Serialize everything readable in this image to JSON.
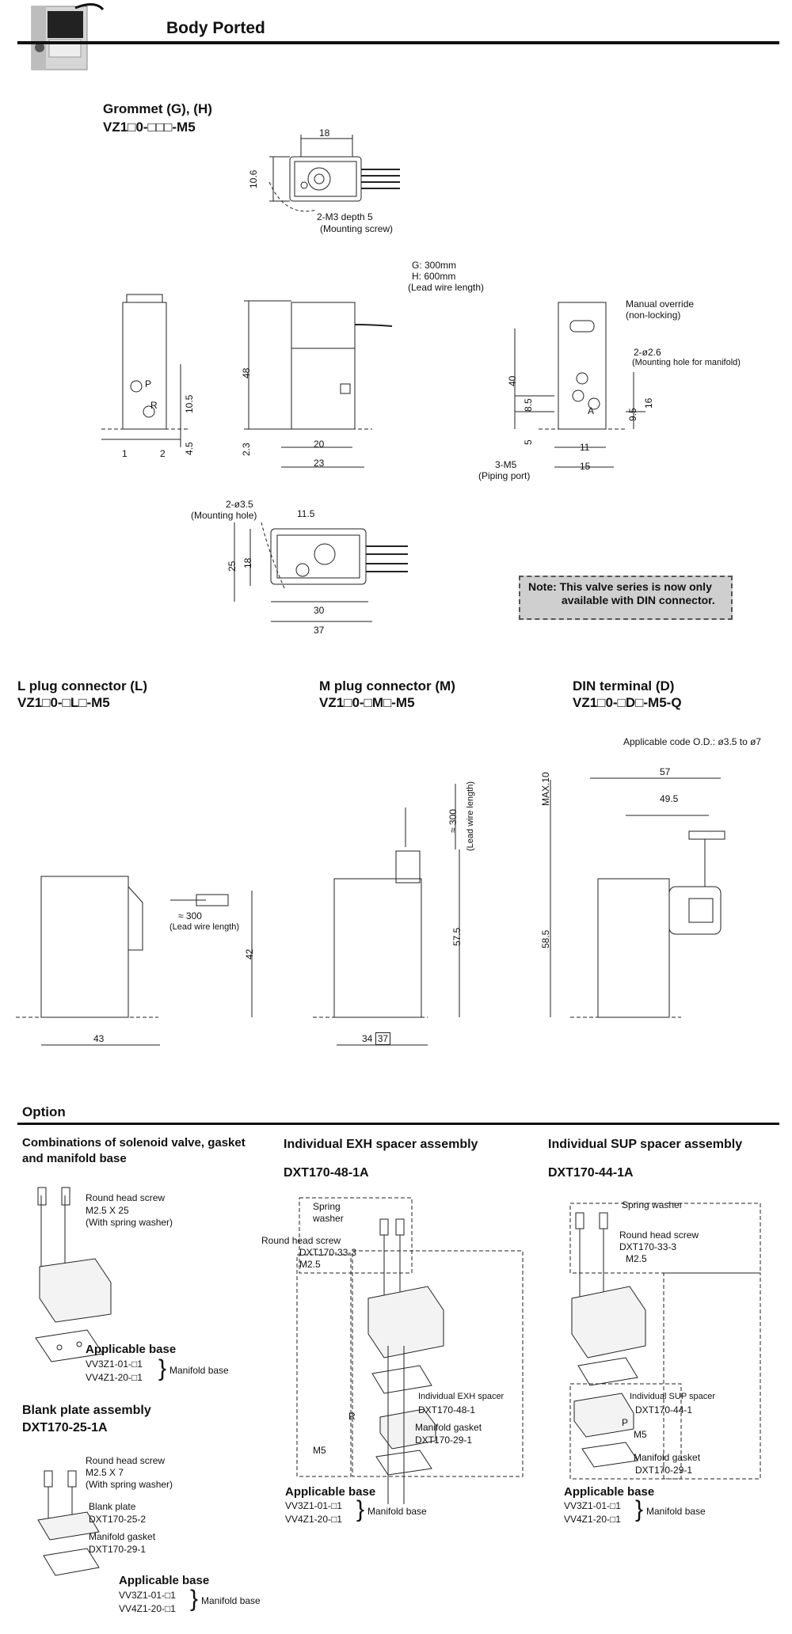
{
  "header": {
    "title": "Body Ported"
  },
  "grommet": {
    "title": "Grommet (G), (H)",
    "model": "VZ1□0-□□□-M5",
    "top_view": {
      "width": "18",
      "height": "10.6",
      "screw": "2-M3 depth 5",
      "screw_note": "(Mounting screw)"
    }
  },
  "lead": {
    "g": "G: 300mm",
    "h": "H: 600mm",
    "note": "(Lead wire length)"
  },
  "left_view": {
    "d1": "10.5",
    "d2": "4.5",
    "d3": "1",
    "d4": "2",
    "p": "P",
    "r": "R"
  },
  "front_view": {
    "height": "48",
    "base": "2.3",
    "w1": "20",
    "w2": "23"
  },
  "right_view": {
    "override": "Manual override",
    "override_note": "(non-locking)",
    "hole": "2-ø2.6",
    "hole_note": "(Mounting hole for manifold)",
    "d40": "40",
    "d85": "8.5",
    "d5": "5",
    "d95": "9.5",
    "d16": "16",
    "d11": "11",
    "d15": "15",
    "a": "A",
    "port": "3-M5",
    "port_note": "(Piping port)"
  },
  "bottom_view": {
    "hole": "2-ø3.5",
    "hole_note": "(Mounting hole)",
    "d115": "11.5",
    "d25": "25",
    "d18": "18",
    "d30": "30",
    "d37": "37"
  },
  "note": {
    "line1": "Note: This valve series is now only",
    "line2": "available with DIN connector."
  },
  "l_plug": {
    "title": "L plug connector (L)",
    "model": "VZ1□0-□L□-M5",
    "lead": "≈ 300",
    "lead_note": "(Lead wire length)",
    "height": "42",
    "width": "43"
  },
  "m_plug": {
    "title": "M plug connector (M)",
    "model": "VZ1□0-□M□-M5",
    "lead": "≈ 300",
    "lead_note": "(Lead wire length)",
    "height": "57.5",
    "width": "34",
    "width_box": "37"
  },
  "din": {
    "title": "DIN terminal (D)",
    "model": "VZ1□0-□D□-M5-Q",
    "code": "Applicable code O.D.: ø3.5 to ø7",
    "d57": "57",
    "d495": "49.5",
    "max": "MAX.10",
    "h": "58.5"
  },
  "option": {
    "title": "Option"
  },
  "combo": {
    "title1": "Combinations of solenoid valve, gasket",
    "title2": "and manifold base",
    "screw": "Round head screw",
    "screw_size": "M2.5 X 25",
    "washer": "(With spring washer)",
    "base_title": "Applicable base",
    "base1": "VV3Z1-01-□1",
    "base2": "VV4Z1-20-□1",
    "base_label": "Manifold base"
  },
  "blank": {
    "title": "Blank plate assembly",
    "model": "DXT170-25-1A",
    "screw": "Round head screw",
    "screw_size": "M2.5 X 7",
    "washer": "(With spring washer)",
    "plate": "Blank plate",
    "plate_no": "DXT170-25-2",
    "gasket": "Manifold gasket",
    "gasket_no": "DXT170-29-1",
    "base_title": "Applicable base",
    "base1": "VV3Z1-01-□1",
    "base2": "VV4Z1-20-□1",
    "base_label": "Manifold base"
  },
  "exh": {
    "title": "Individual EXH spacer assembly",
    "model": "DXT170-48-1A",
    "washer1": "Spring",
    "washer2": "washer",
    "screw": "Round head screw",
    "screw_no": "DXT170-33-3",
    "screw_size": "M2.5",
    "spacer": "Individual EXH spacer",
    "spacer_no": "DXT170-48-1",
    "gasket": "Manifold gasket",
    "gasket_no": "DXT170-29-1",
    "r": "R",
    "m5": "M5",
    "base_title": "Applicable base",
    "base1": "VV3Z1-01-□1",
    "base2": "VV4Z1-20-□1",
    "base_label": "Manifold base"
  },
  "sup": {
    "title": "Individual SUP spacer assembly",
    "model": "DXT170-44-1A",
    "washer": "Spring washer",
    "screw": "Round head screw",
    "screw_no": "DXT170-33-3",
    "screw_size": "M2.5",
    "spacer": "Individual SUP spacer",
    "spacer_no": "DXT170-44-1",
    "p": "P",
    "m5": "M5",
    "gasket": "Manifold gasket",
    "gasket_no": "DXT170-29-1",
    "base_title": "Applicable base",
    "base1": "VV3Z1-01-□1",
    "base2": "VV4Z1-20-□1",
    "base_label": "Manifold base"
  }
}
